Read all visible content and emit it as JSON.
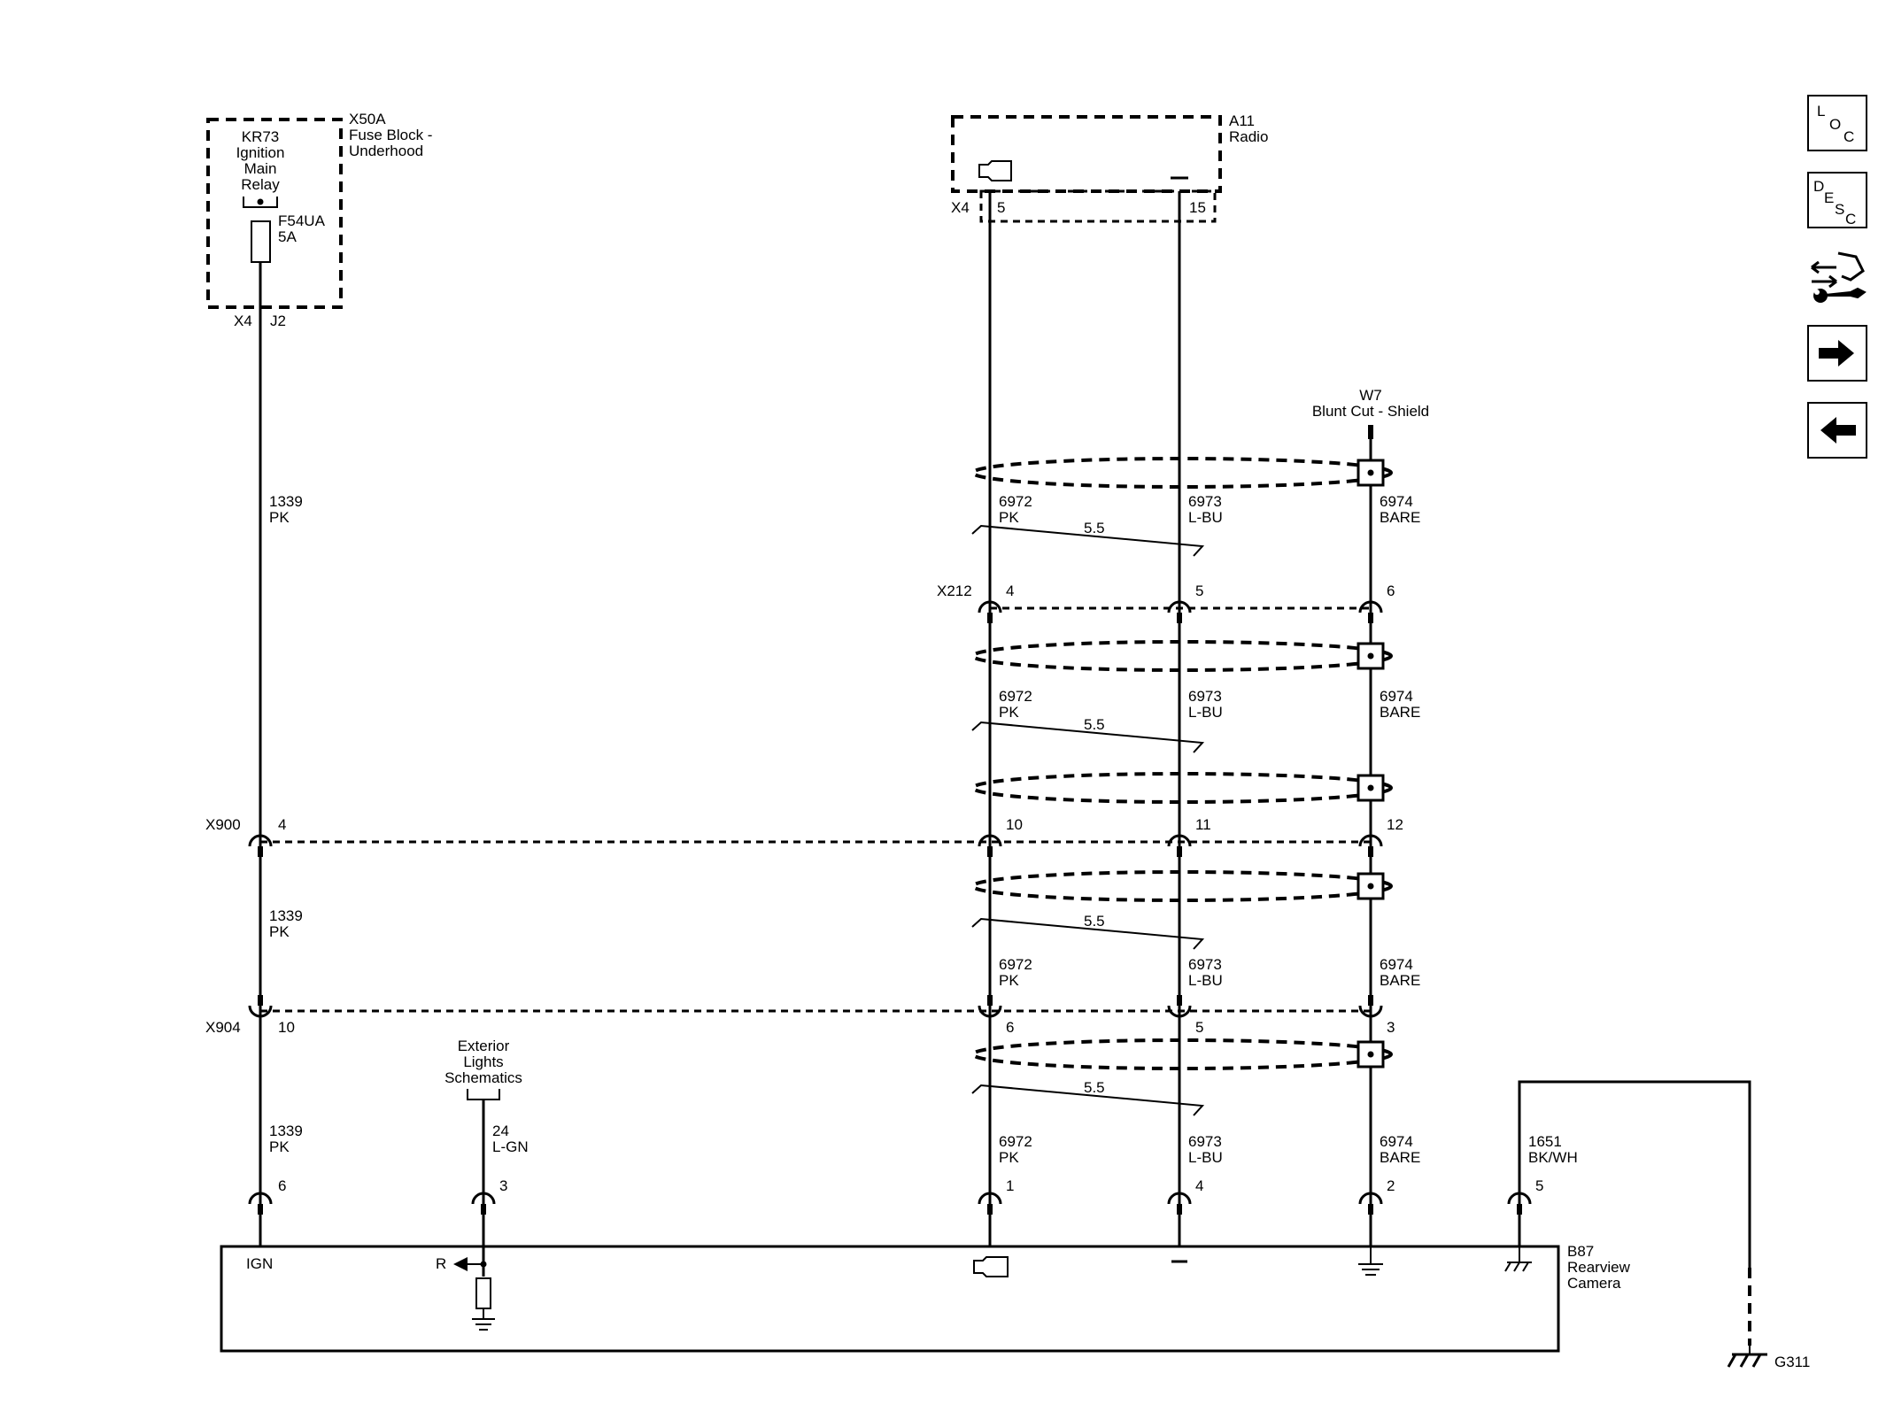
{
  "components": {
    "relay": {
      "ref": "KR73",
      "l1": "Ignition",
      "l2": "Main",
      "l3": "Relay"
    },
    "fuse_block": {
      "ref": "X50A",
      "l1": "Fuse Block -",
      "l2": "Underhood"
    },
    "fuse": {
      "ref": "F54UA",
      "rating": "5A"
    },
    "fuse_conn": {
      "conn": "X4",
      "pin": "J2"
    },
    "radio": {
      "ref": "A11",
      "name": "Radio",
      "conn": "X4",
      "pin_a": "5",
      "pin_b": "15"
    },
    "shield": {
      "ref": "W7",
      "name": "Blunt Cut - Shield"
    },
    "exterior": {
      "l1": "Exterior",
      "l2": "Lights",
      "l3": "Schematics"
    },
    "camera": {
      "ref": "B87",
      "l1": "Rearview",
      "l2": "Camera",
      "ign_label": "IGN",
      "r_label": "R"
    },
    "ground": {
      "ref": "G311"
    }
  },
  "connectors": {
    "x212": {
      "name": "X212",
      "pins": [
        "4",
        "5",
        "6"
      ]
    },
    "x900": {
      "name": "X900",
      "pins": [
        "4",
        "10",
        "11",
        "12"
      ]
    },
    "x904": {
      "name": "X904",
      "pins": [
        "10",
        "6",
        "5",
        "3"
      ]
    },
    "b87_pins": [
      "6",
      "3",
      "1",
      "4",
      "2",
      "5"
    ]
  },
  "wires": {
    "pk_circuit": "1339",
    "pk_color": "PK",
    "pos_circuit": "6972",
    "pos_color": "PK",
    "neg_circuit": "6973",
    "neg_color": "L-BU",
    "bare_circuit": "6974",
    "bare_color": "BARE",
    "lgn_circuit": "24",
    "lgn_color": "L-GN",
    "gnd_circuit": "1651",
    "gnd_color": "BK/WH",
    "twist": "5.5"
  },
  "nav": {
    "loc": [
      "L",
      "O",
      "C"
    ],
    "desc": [
      "D",
      "E",
      "S",
      "C"
    ]
  }
}
